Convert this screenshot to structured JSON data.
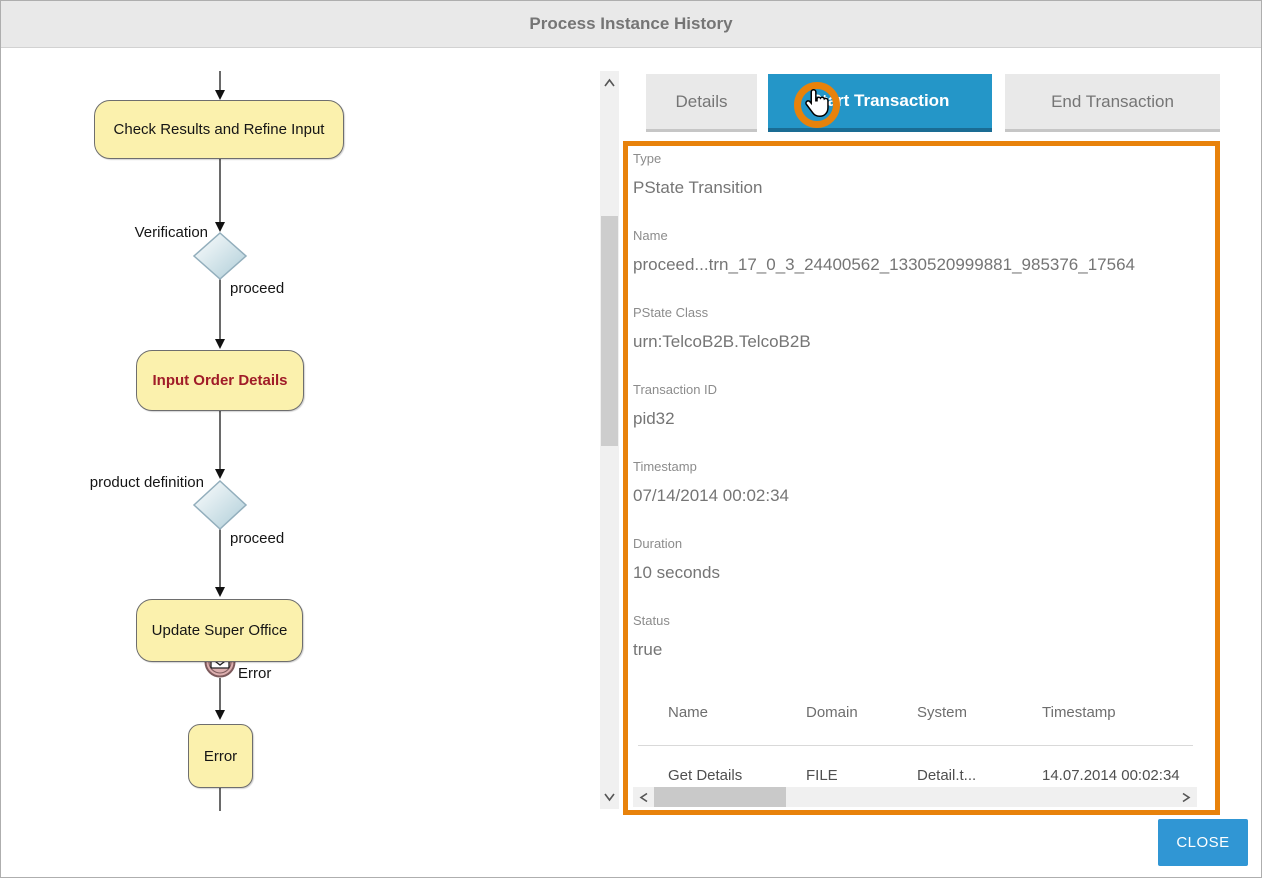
{
  "dialog": {
    "title": "Process Instance History"
  },
  "flowchart": {
    "nodes": {
      "check_results": "Check Results and Refine Input",
      "input_order": "Input Order Details",
      "update_super_office": "Update Super Office",
      "error": "Error"
    },
    "decisions": {
      "verification": "Verification",
      "product_definition": "product definition"
    },
    "edge_labels": {
      "proceed_1": "proceed",
      "proceed_2": "proceed",
      "error_event": "Error"
    }
  },
  "tabs": [
    {
      "label": "Details",
      "active": false
    },
    {
      "label": "Start Transaction",
      "active": true
    },
    {
      "label": "End Transaction",
      "active": false
    }
  ],
  "details_panel": {
    "fields": [
      {
        "label": "Type",
        "value": "PState Transition"
      },
      {
        "label": "Name",
        "value": "proceed...trn_17_0_3_24400562_1330520999881_985376_17564"
      },
      {
        "label": "PState Class",
        "value": "urn:TelcoB2B.TelcoB2B"
      },
      {
        "label": "Transaction ID",
        "value": "pid32"
      },
      {
        "label": "Timestamp",
        "value": "07/14/2014 00:02:34"
      },
      {
        "label": "Duration",
        "value": "10 seconds"
      },
      {
        "label": "Status",
        "value": "true"
      }
    ],
    "table": {
      "headers": [
        "Name",
        "Domain",
        "System",
        "Timestamp"
      ],
      "rows": [
        [
          "Get Details",
          "FILE",
          "Detail.t...",
          "14.07.2014 00:02:34"
        ]
      ]
    }
  },
  "footer": {
    "close_label": "CLOSE"
  },
  "icons": {
    "cursor": "hand-pointer-icon",
    "event": "envelope-icon"
  },
  "colors": {
    "active_tab_blue": "#2496C8",
    "close_button_blue": "#3096D4",
    "highlight_orange": "#E8820B",
    "node_yellow": "#FBF1AD",
    "node_text_red": "#A01C28"
  }
}
